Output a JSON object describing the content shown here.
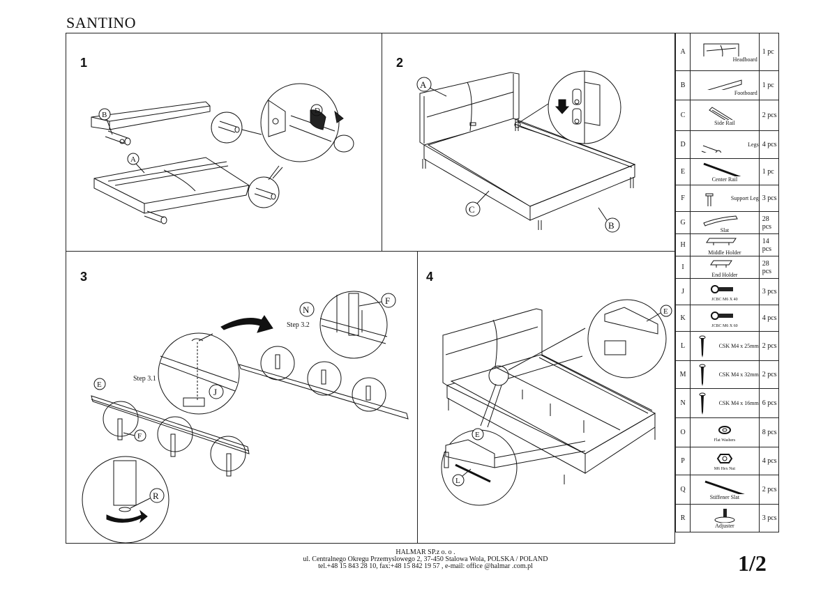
{
  "document": {
    "title": "SANTINO",
    "page_number": "1/2"
  },
  "steps": [
    {
      "number": "1",
      "labels": [
        "B",
        "A",
        "D"
      ]
    },
    {
      "number": "2",
      "labels": [
        "A",
        "C",
        "B"
      ]
    },
    {
      "number": "3",
      "labels": [
        "N",
        "F",
        "J",
        "E",
        "F",
        "R"
      ],
      "substeps": [
        "Step 3.1",
        "Step 3.2"
      ]
    },
    {
      "number": "4",
      "labels": [
        "E",
        "E",
        "L"
      ]
    }
  ],
  "parts": [
    {
      "letter": "A",
      "name": "Headboard",
      "qty": "1 pc",
      "icon": "headboard-icon"
    },
    {
      "letter": "B",
      "name": "Footboard",
      "qty": "1 pc",
      "icon": "footboard-icon"
    },
    {
      "letter": "C",
      "name": "Side Rail",
      "qty": "2 pcs",
      "icon": "side-rail-icon"
    },
    {
      "letter": "D",
      "name": "Legs",
      "qty": "4 pcs",
      "icon": "leg-icon"
    },
    {
      "letter": "E",
      "name": "Center Rail",
      "qty": "1 pc",
      "icon": "center-rail-icon"
    },
    {
      "letter": "F",
      "name": "Support Leg",
      "qty": "3 pcs",
      "icon": "support-leg-icon"
    },
    {
      "letter": "G",
      "name": "Slat",
      "qty": "28 pcs",
      "icon": "slat-icon"
    },
    {
      "letter": "H",
      "name": "Middle Holder",
      "qty": "14 pcs",
      "icon": "middle-holder-icon"
    },
    {
      "letter": "I",
      "name": "End Holder",
      "qty": "28 pcs",
      "icon": "end-holder-icon"
    },
    {
      "letter": "J",
      "name": "JCBC M6 X 40",
      "qty": "3 pcs",
      "icon": "bolt-icon"
    },
    {
      "letter": "K",
      "name": "JCBC M6 X 60",
      "qty": "4 pcs",
      "icon": "bolt-icon"
    },
    {
      "letter": "L",
      "name": "CSK M4 x 25mm",
      "qty": "2 pcs",
      "icon": "screw-icon"
    },
    {
      "letter": "M",
      "name": "CSK M4 x 32mm",
      "qty": "2 pcs",
      "icon": "screw-icon"
    },
    {
      "letter": "N",
      "name": "CSK M4 x 16mm",
      "qty": "6 pcs",
      "icon": "screw-icon"
    },
    {
      "letter": "O",
      "name": "Flat Washers",
      "qty": "8 pcs",
      "icon": "washer-icon"
    },
    {
      "letter": "P",
      "name": "M6 Hex Nut",
      "qty": "4 pcs",
      "icon": "hex-nut-icon"
    },
    {
      "letter": "Q",
      "name": "Stiffener Slat",
      "qty": "2 pcs",
      "icon": "stiffener-slat-icon"
    },
    {
      "letter": "R",
      "name": "Adjuster",
      "qty": "3 pcs",
      "icon": "adjuster-icon"
    }
  ],
  "footer": {
    "company": "HALMAR SP.z o. o .",
    "address": "ul. Centralnego Okregu Przemyslowego 2, 37-450 Stalowa Wola, POLSKA / POLAND",
    "contact": "tel.+48 15 843 28 10, fax:+48 15 842 19 57 , e-mail: office @halmar .com.pl"
  }
}
